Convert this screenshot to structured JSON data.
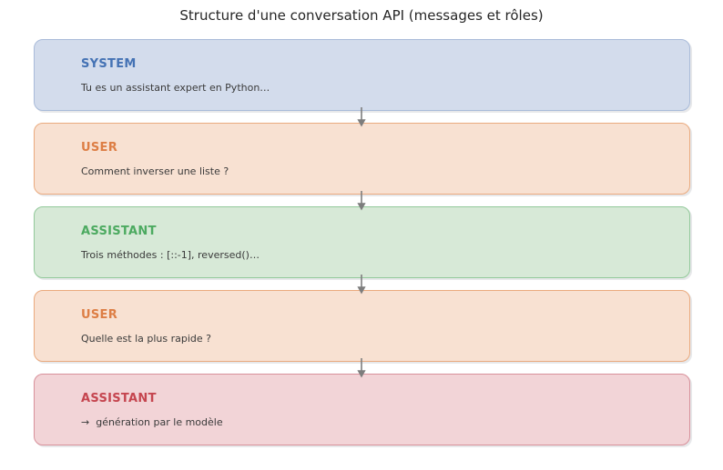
{
  "title": "Structure d'une conversation API (messages et rôles)",
  "arrow_color": "#7d7d7d",
  "messages": [
    {
      "role": "SYSTEM",
      "text": "Tu es un assistant expert en Python…",
      "fill": "#d3dcec",
      "border": "#a9bbd9",
      "role_color": "#4472b4"
    },
    {
      "role": "USER",
      "text": "Comment inverser une liste ?",
      "fill": "#f8e1d2",
      "border": "#eaaa7e",
      "role_color": "#dd7e45"
    },
    {
      "role": "ASSISTANT",
      "text": "Trois méthodes : [::-1], reversed()…",
      "fill": "#d7e9d7",
      "border": "#92c99a",
      "role_color": "#4caa60"
    },
    {
      "role": "USER",
      "text": "Quelle est la plus rapide ?",
      "fill": "#f8e1d2",
      "border": "#eaaa7e",
      "role_color": "#dd7e45"
    },
    {
      "role": "ASSISTANT",
      "text": "→  génération par le modèle",
      "fill": "#f2d4d7",
      "border": "#d8909a",
      "role_color": "#c5454f"
    }
  ]
}
